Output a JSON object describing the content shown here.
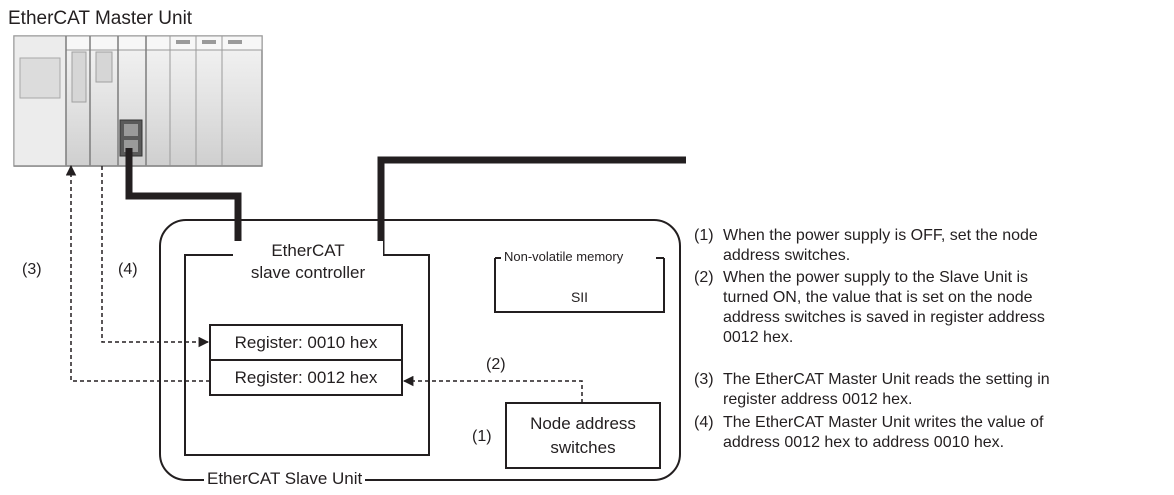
{
  "master_title": "EtherCAT Master Unit",
  "slave_unit_label": "EtherCAT Slave Unit",
  "slave_controller": {
    "line1": "EtherCAT",
    "line2": "slave controller"
  },
  "nvm": {
    "title": "Non-volatile memory",
    "content": "SII"
  },
  "registers": [
    "Register: 0010 hex",
    "Register: 0012 hex"
  ],
  "node_switches": {
    "line1": "Node address",
    "line2": "switches"
  },
  "markers": {
    "m1": "(1)",
    "m2": "(2)",
    "m3": "(3)",
    "m4": "(4)"
  },
  "notes": [
    {
      "num": "(1)",
      "text": "When the power supply is OFF, set the node\naddress switches."
    },
    {
      "num": "(2)",
      "text": "When the power supply to the Slave Unit is\nturned ON, the value that is set on the node\naddress switches is saved in register address\n0012 hex."
    },
    {
      "num": "(3)",
      "text": "The EtherCAT Master Unit reads the setting in\nregister address 0012 hex."
    },
    {
      "num": "(4)",
      "text": "The EtherCAT Master Unit writes the value of\naddress 0012 hex to address 0010 hex."
    }
  ]
}
